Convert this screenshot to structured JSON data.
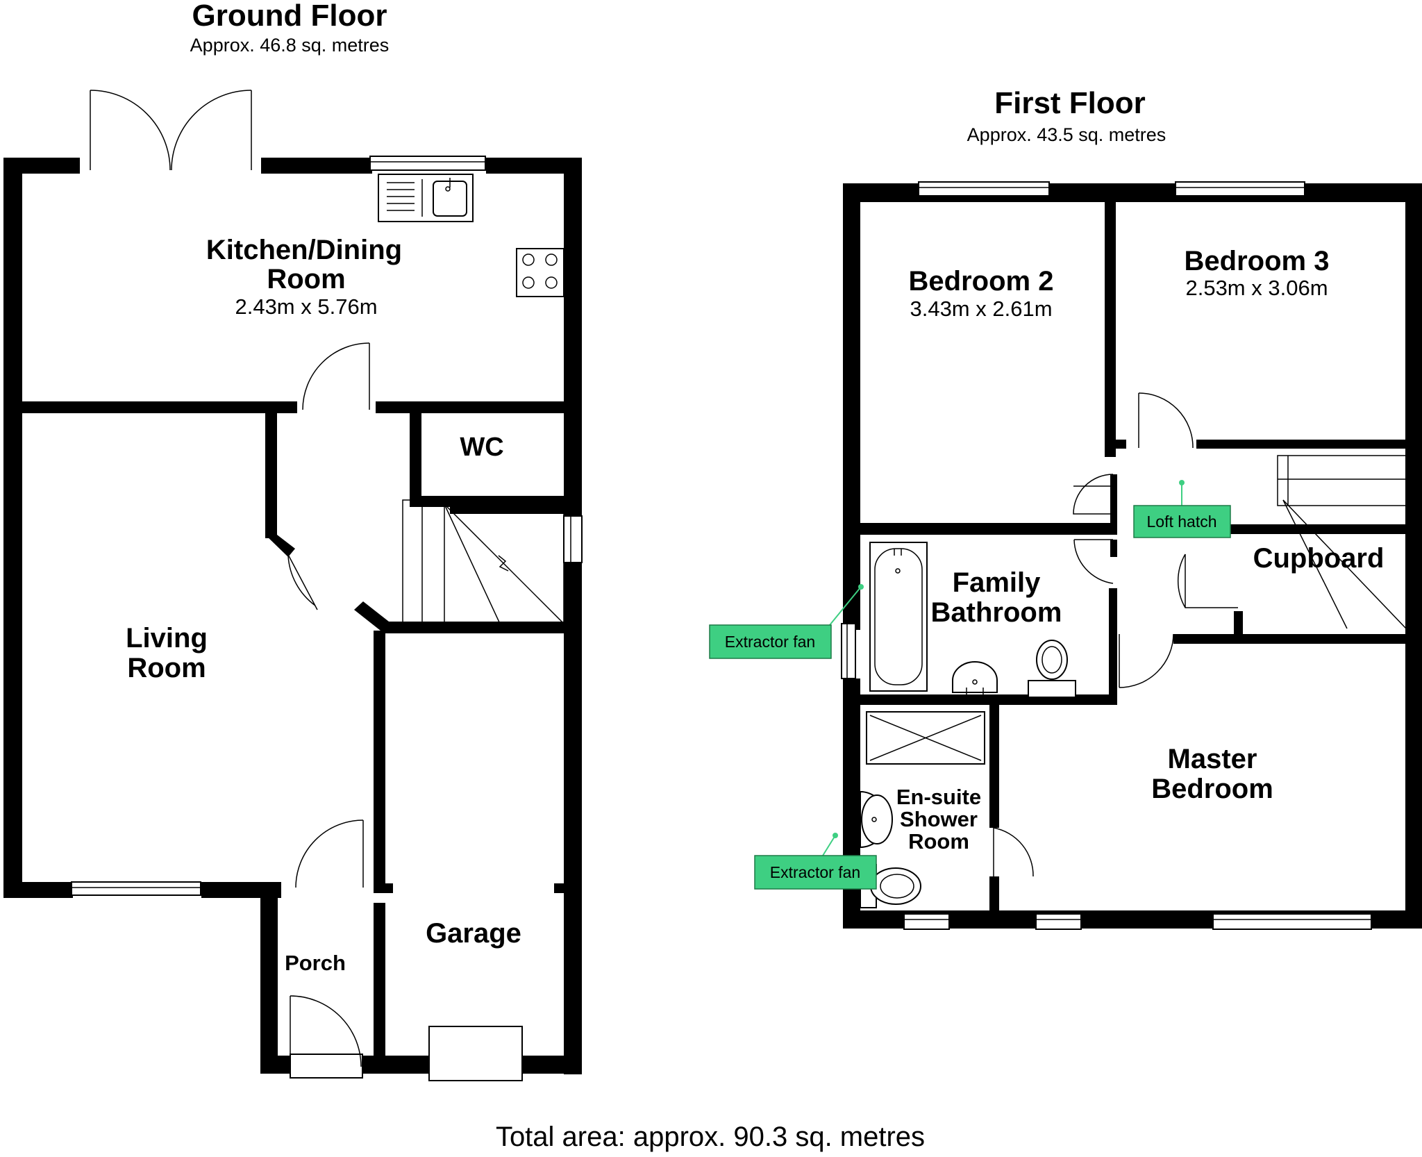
{
  "ground_floor": {
    "title": "Ground Floor",
    "area": "Approx. 46.8 sq. metres",
    "rooms": {
      "kitchen_line1": "Kitchen/Dining",
      "kitchen_line2": "Room",
      "kitchen_dims": "2.43m x 5.76m",
      "wc": "WC",
      "living_line1": "Living",
      "living_line2": "Room",
      "porch": "Porch",
      "garage": "Garage"
    }
  },
  "first_floor": {
    "title": "First Floor",
    "area": "Approx. 43.5 sq. metres",
    "rooms": {
      "bed2": "Bedroom 2",
      "bed2_dims": "3.43m x 2.61m",
      "bed3": "Bedroom 3",
      "bed3_dims": "2.53m x 3.06m",
      "bath_line1": "Family",
      "bath_line2": "Bathroom",
      "cupboard": "Cupboard",
      "master_line1": "Master",
      "master_line2": "Bedroom",
      "ensuite_line1": "En-suite",
      "ensuite_line2": "Shower",
      "ensuite_line3": "Room"
    },
    "annotations": {
      "loft_hatch": "Loft hatch",
      "extractor_fan_bath": "Extractor fan",
      "extractor_fan_ensuite": "Extractor fan"
    }
  },
  "footer": {
    "total_area": "Total area: approx. 90.3 sq. metres"
  },
  "colors": {
    "wall": "#000000",
    "annotation_fill": "#3ecf82",
    "background": "#ffffff"
  }
}
